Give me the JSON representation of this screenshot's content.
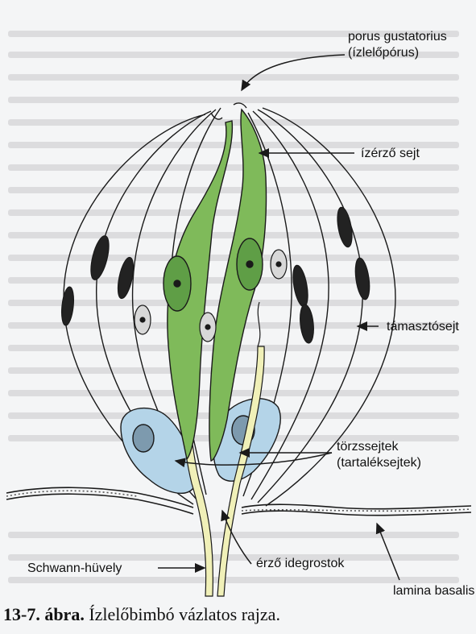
{
  "labels": {
    "porus_gustatorius": "porus gustatorius",
    "izlelo_porus": "(ízlelőpórus)",
    "izerzo_sejt": "ízérző sejt",
    "tamasztosejt": "támasztósejt",
    "torzssejtek": "törzssejtek",
    "tartaleksejtek": "(tartaléksejtek)",
    "schwann_huvely": "Schwann-hüvely",
    "erzo_idegrostok": "érző idegrostok",
    "lamina_basalis": "lamina basalis"
  },
  "caption": {
    "number": "13-7. ábra.",
    "text": "Ízlelőbimbó vázlatos rajza."
  },
  "colors": {
    "background": "#f4f5f6",
    "receptor_cell": "#7fba5a",
    "stem_cell": "#b4d4e8",
    "nerve_fiber": "#f0f0b8",
    "outline": "#1a1a1a"
  }
}
